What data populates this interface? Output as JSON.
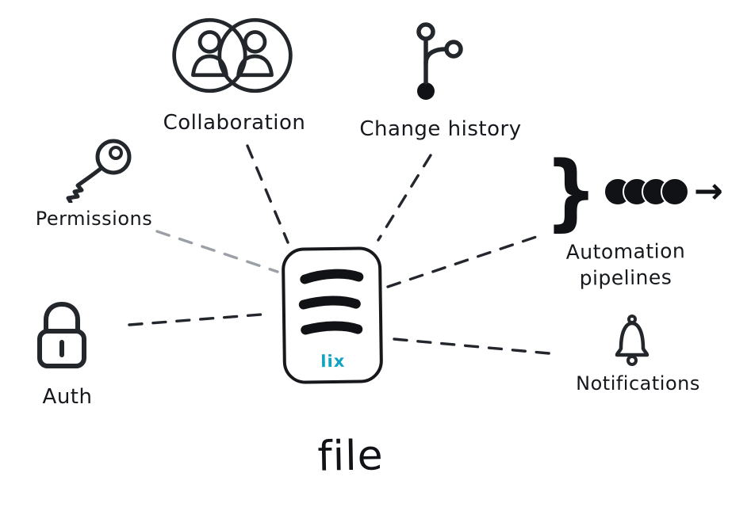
{
  "icons": {
    "brace": "}",
    "arrow": "→"
  },
  "colors": {
    "ink": "#1c2025",
    "logo_teal": "#12a3c0",
    "connector": "#23272d",
    "connector_muted": "#9aa0a6"
  },
  "center": {
    "label": "file",
    "logo": "lix"
  },
  "nodes": [
    {
      "id": "collaboration",
      "label": "Collaboration"
    },
    {
      "id": "change-history",
      "label": "Change history"
    },
    {
      "id": "permissions",
      "label": "Permissions"
    },
    {
      "id": "auth",
      "label": "Auth"
    },
    {
      "id": "automation-pipelines",
      "label": "Automation pipelines",
      "line1": "Automation",
      "line2": "pipelines"
    },
    {
      "id": "notifications",
      "label": "Notifications"
    }
  ]
}
